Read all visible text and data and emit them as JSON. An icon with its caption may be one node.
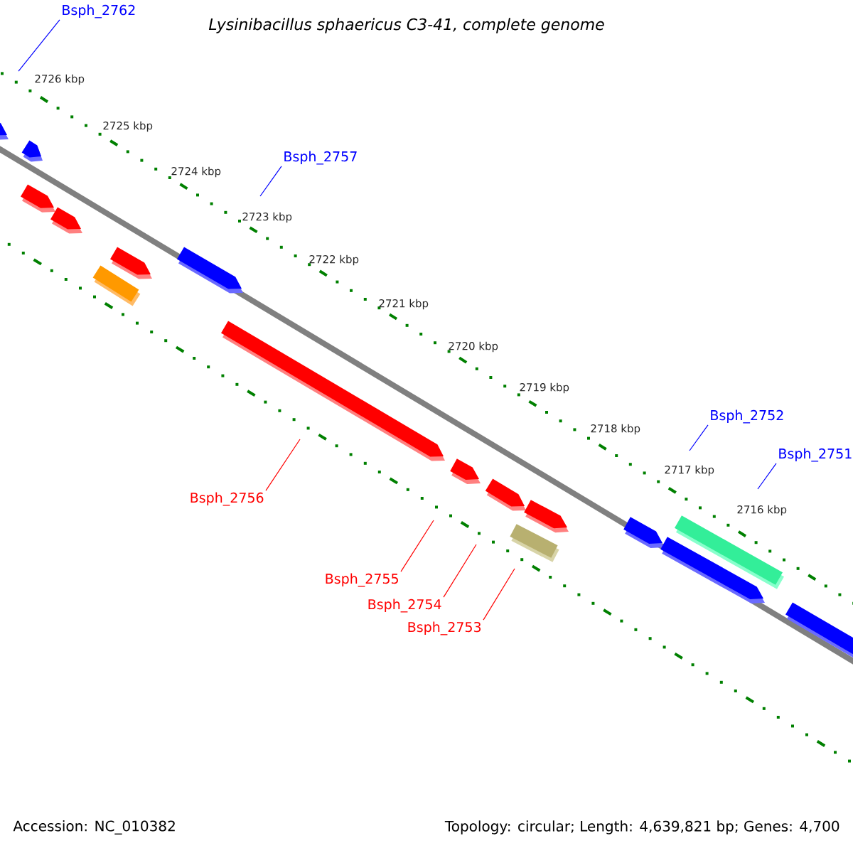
{
  "diagram": {
    "title": "Lysinibacillus sphaericus C3-41, complete genome",
    "nodes": [
      {
        "text": [
          "Bsph_2762"
        ]
      },
      {
        "text": [
          "Bsph_2757"
        ]
      },
      {
        "text": [
          "Bsph_2752"
        ]
      },
      {
        "text": [
          "Bsph_2751"
        ]
      },
      {
        "text": [
          "Bsph_2756"
        ]
      },
      {
        "text": [
          "Bsph_2755"
        ]
      },
      {
        "text": [
          "Bsph_2754"
        ]
      },
      {
        "text": [
          "Bsph_2753"
        ]
      }
    ],
    "edges": [
      {
        "from": 0,
        "to": null,
        "arrow": "none",
        "color": "#0000ff"
      },
      {
        "from": 1,
        "to": null,
        "arrow": "none",
        "color": "#0000ff"
      },
      {
        "from": 2,
        "to": null,
        "arrow": "none",
        "color": "#0000ff"
      },
      {
        "from": 3,
        "to": null,
        "arrow": "none",
        "color": "#0000ff"
      },
      {
        "from": 4,
        "to": null,
        "arrow": "none",
        "color": "#ff0000"
      },
      {
        "from": 5,
        "to": null,
        "arrow": "none",
        "color": "#ff0000"
      },
      {
        "from": 6,
        "to": null,
        "arrow": "none",
        "color": "#ff0000"
      },
      {
        "from": 7,
        "to": null,
        "arrow": "none",
        "color": "#ff0000"
      }
    ],
    "labels": [
      "2726 kbp",
      "2725 kbp",
      "2724 kbp",
      "2723 kbp",
      "2722 kbp",
      "2721 kbp",
      "2720 kbp",
      "2719 kbp",
      "2718 kbp",
      "2717 kbp",
      "2716 kbp",
      "Accession: NC_010382",
      "Topology: circular; Length: 4,639,821 bp; Genes: 4,700"
    ]
  }
}
